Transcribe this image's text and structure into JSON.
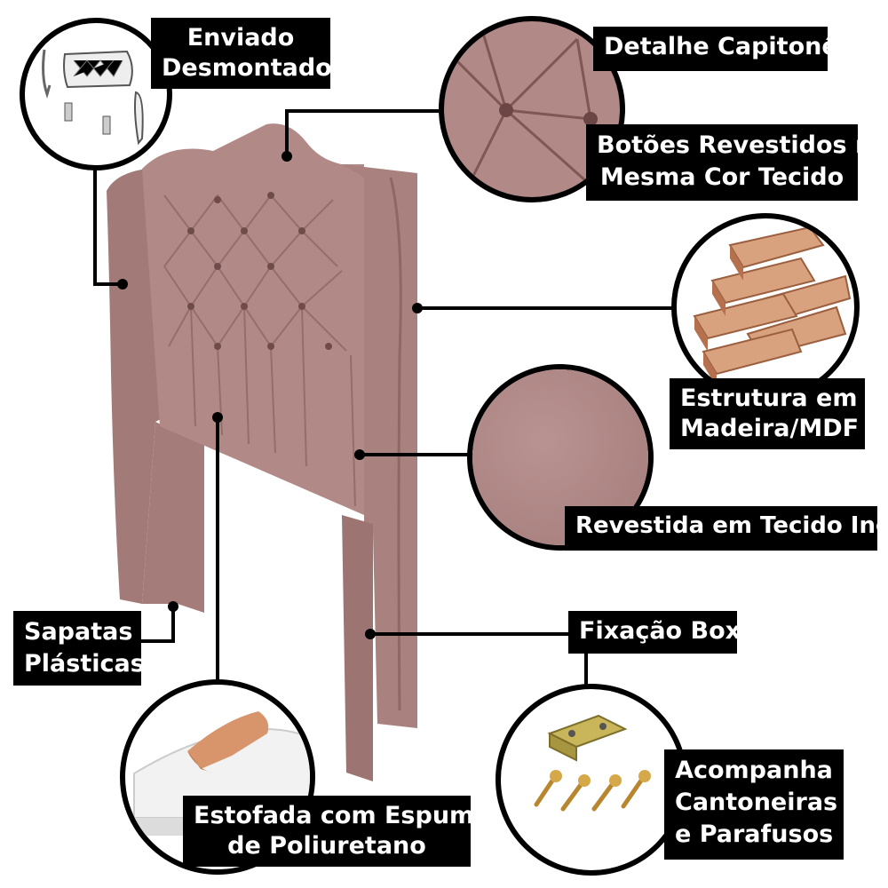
{
  "colors": {
    "fabric": "#b18a88",
    "fabric_dark": "#8f6765",
    "fabric_light": "#c9a4a1",
    "label_bg": "#000000",
    "label_text": "#ffffff"
  },
  "labels": {
    "enviado": [
      "Enviado",
      "Desmontado"
    ],
    "detalhe": [
      "Detalhe Capitonê"
    ],
    "botoes": [
      "Botões Revestidos na",
      "Mesma Cor Tecido"
    ],
    "estrutura": [
      "Estrutura em",
      "Madeira/MDF"
    ],
    "revestida": [
      "Revestida  em Tecido Inca"
    ],
    "sapatas": [
      "Sapatas",
      "Plásticas"
    ],
    "fixacao": [
      "Fixação Box"
    ],
    "estofada": [
      "Estofada com Espuma",
      "de Poliuretano"
    ],
    "acompanha": [
      "Acompanha",
      "Cantoneiras",
      "e Parafusos"
    ]
  },
  "icons": [
    "unassembled-parts-icon",
    "tufted-detail-icon",
    "wood-planks-icon",
    "fabric-swatch-icon",
    "foam-icon",
    "bracket-screws-icon"
  ]
}
